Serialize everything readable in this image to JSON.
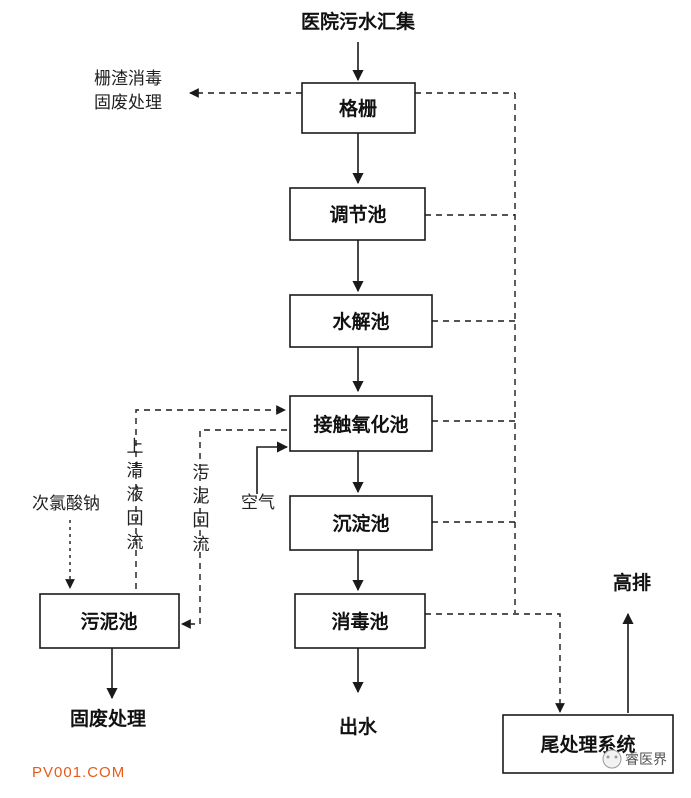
{
  "nodes": {
    "source": "医院污水汇集",
    "grille": "格栅",
    "regulating_tank": "调节池",
    "hydrolysis_tank": "水解池",
    "contact_oxidation_tank": "接触氧化池",
    "sedimentation_tank": "沉淀池",
    "disinfection_tank": "消毒池",
    "sludge_tank": "污泥池",
    "tail_treatment": "尾处理系统"
  },
  "labels": {
    "screenings_line1": "栅渣消毒",
    "screenings_line2": "固废处理",
    "effluent": "出水",
    "solid_waste": "固废处理",
    "high_emission": "高排",
    "air": "空气",
    "sodium_hypochlorite": "次氯酸钠",
    "supernatant_return": [
      "上",
      "清",
      "液",
      "回",
      "流"
    ],
    "sludge_return": [
      "污",
      "泥",
      "回",
      "流"
    ]
  },
  "watermarks": {
    "site": "PV001.COM",
    "brand": "睿医界"
  }
}
